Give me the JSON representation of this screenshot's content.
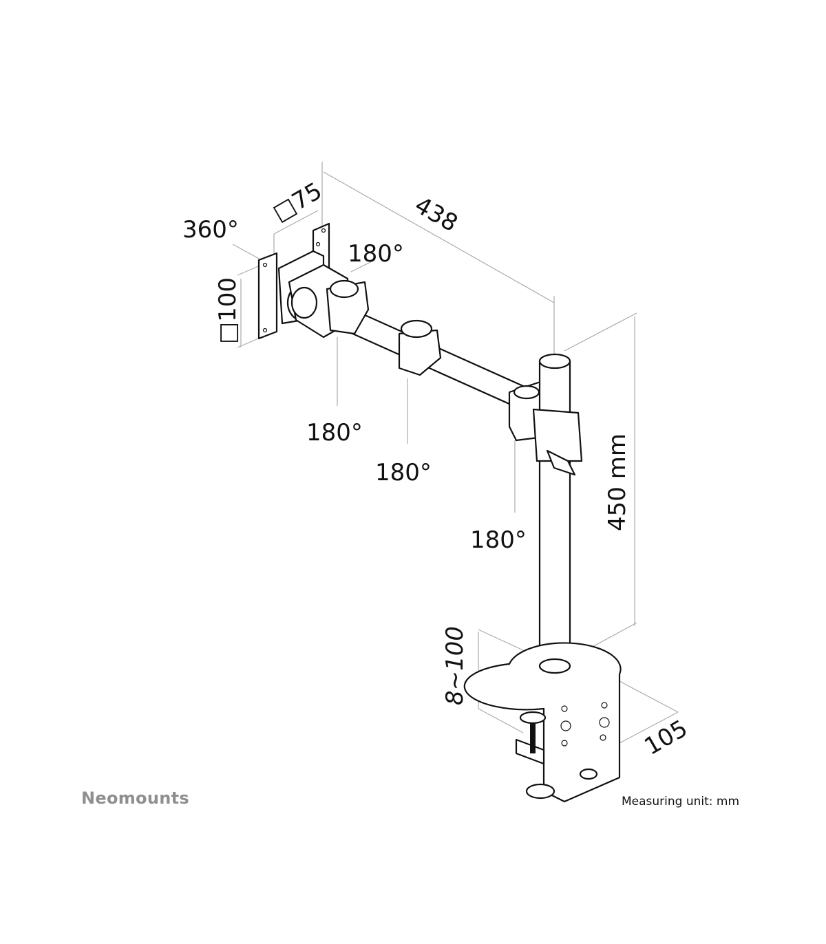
{
  "labels": {
    "rotation_plate": "360°",
    "vesa_small": "□75",
    "arm_length": "438",
    "tilt_joint": "180°",
    "vesa_large": "□100",
    "joint_1": "180°",
    "joint_2": "180°",
    "joint_3": "180°",
    "pole_height": "450 mm",
    "clamp_range": "8~100",
    "clamp_depth": "105"
  },
  "brand": "Neomounts",
  "unit_note": "Measuring unit: mm"
}
